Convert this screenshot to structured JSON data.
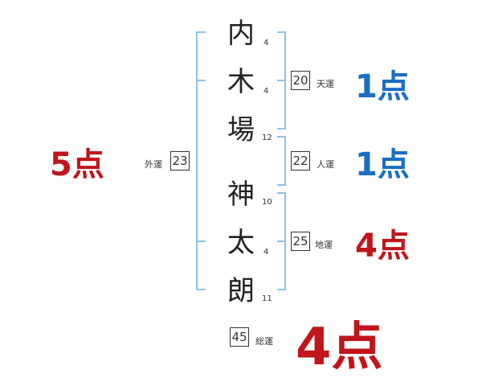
{
  "name": {
    "chars": [
      {
        "c": "内",
        "s": "4"
      },
      {
        "c": "木",
        "s": "4"
      },
      {
        "c": "場",
        "s": "12"
      },
      {
        "c": "神",
        "s": "10"
      },
      {
        "c": "太",
        "s": "4"
      },
      {
        "c": "朗",
        "s": "11"
      }
    ]
  },
  "fortunes": {
    "ten": {
      "value": "20",
      "label": "天運",
      "score": "1点"
    },
    "jin": {
      "value": "22",
      "label": "人運",
      "score": "1点"
    },
    "chi": {
      "value": "25",
      "label": "地運",
      "score": "4点"
    },
    "gai": {
      "value": "23",
      "label": "外運",
      "score": "5点"
    },
    "so": {
      "value": "45",
      "label": "総運",
      "score": "4点"
    }
  },
  "colors": {
    "bracket": "#8cc3e6",
    "good": "#1a6fc0",
    "bad": "#c0151b"
  }
}
